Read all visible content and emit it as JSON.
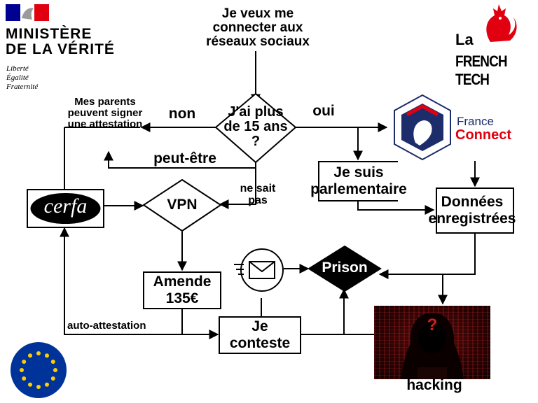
{
  "logos": {
    "ministere_line1": "MINISTÈRE",
    "ministere_line2": "DE LA VÉRITÉ",
    "devise_line1": "Liberté",
    "devise_line2": "Égalité",
    "devise_line3": "Fraternité",
    "frenchtech_line1": "La",
    "frenchtech_line2": "FRENCH TECH",
    "franceconnect_line1": "France",
    "franceconnect_line2": "Connect",
    "cerfa": "cerfa"
  },
  "nodes": {
    "start": "Je veux me connecter aux réseaux sociaux",
    "age_question": "J'ai plus de 15 ans ?",
    "parents": "Mes parents peuvent signer une attestation",
    "vpn": "VPN",
    "parlementaire": "Je suis parlementaire",
    "donnees": "Données enregistrées",
    "amende": "Amende 135€",
    "conteste": "Je conteste",
    "prison": "Prison",
    "hacking": "hacking",
    "hacking_symbol": "?"
  },
  "edges": {
    "non": "non",
    "oui": "oui",
    "peut_etre": "peut-être",
    "ne_sait_pas": "ne sait pas",
    "auto_attestation": "auto-attestation"
  },
  "colors": {
    "marianne_blue": "#000091",
    "marianne_red": "#e1000f",
    "frenchtech_red": "#e1000f",
    "eu_blue": "#003399",
    "eu_gold": "#ffcc00",
    "hacking_red": "#b01010"
  },
  "icons": [
    "marianne-logo",
    "rooster-icon",
    "marianne-head-icon",
    "envelope-icon",
    "eu-flag-icon",
    "hooded-hacker-icon"
  ]
}
